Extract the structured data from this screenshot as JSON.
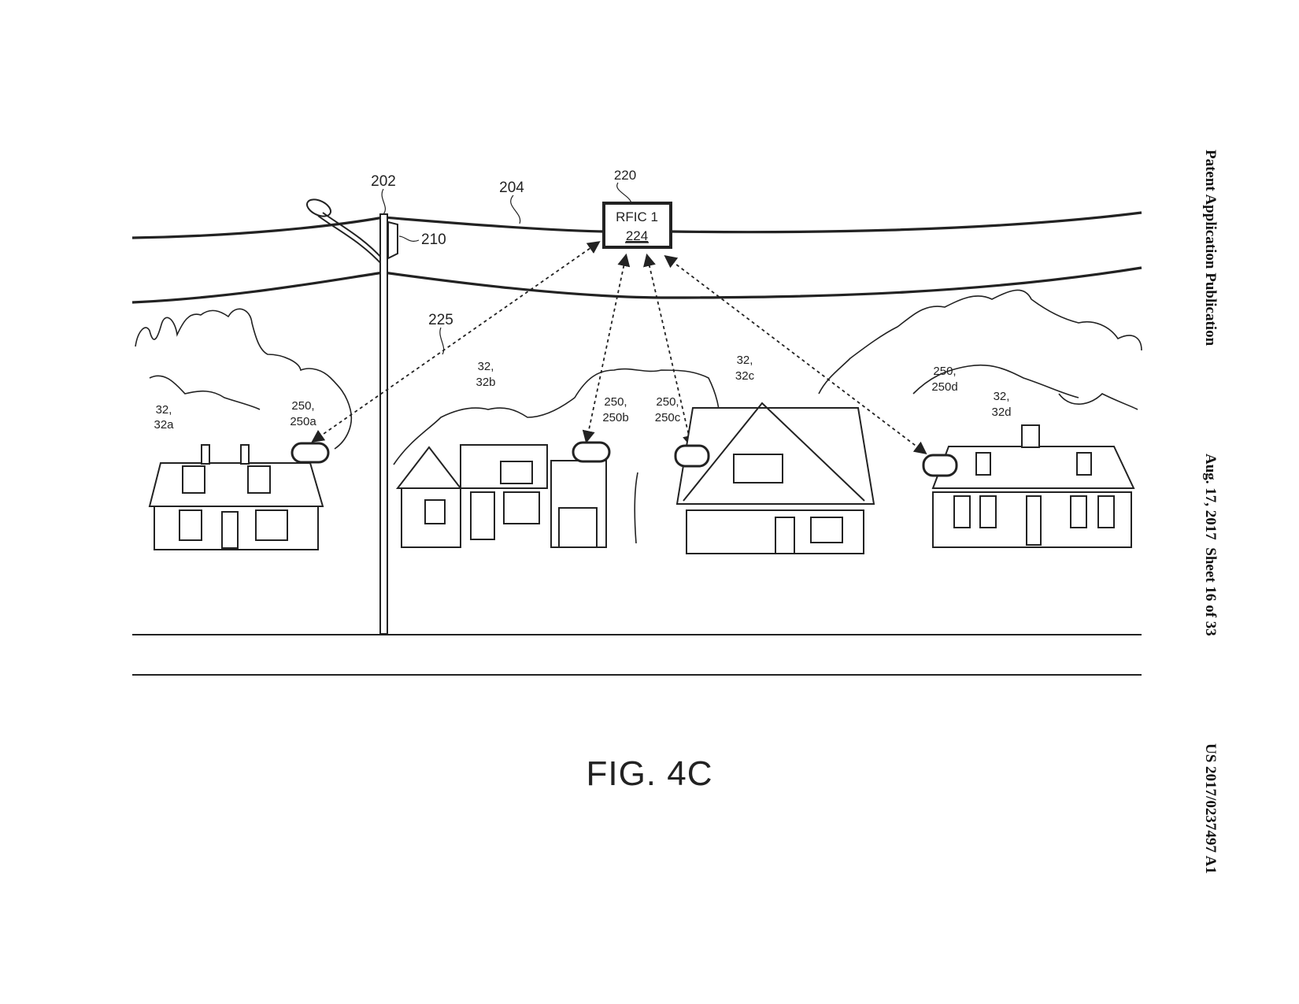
{
  "header": {
    "publication_type": "Patent Application Publication",
    "date": "Aug. 17, 2017",
    "sheet": "Sheet 16 of 33",
    "publication_number": "US 2017/0237497 A1"
  },
  "figure": {
    "label": "FIG. 4C",
    "rfic_box": {
      "title": "RFIC 1",
      "number": "224"
    },
    "reference_labels": {
      "pole": "202",
      "line": "204",
      "device_box": "220",
      "pole_box": "210",
      "link": "225",
      "house_a": [
        "32,",
        "32a"
      ],
      "house_b": [
        "32,",
        "32b"
      ],
      "house_c": [
        "32,",
        "32c"
      ],
      "house_d": [
        "32,",
        "32d"
      ],
      "node_a": [
        "250,",
        "250a"
      ],
      "node_b": [
        "250,",
        "250b"
      ],
      "node_c": [
        "250,",
        "250c"
      ],
      "node_d": [
        "250,",
        "250d"
      ]
    }
  }
}
